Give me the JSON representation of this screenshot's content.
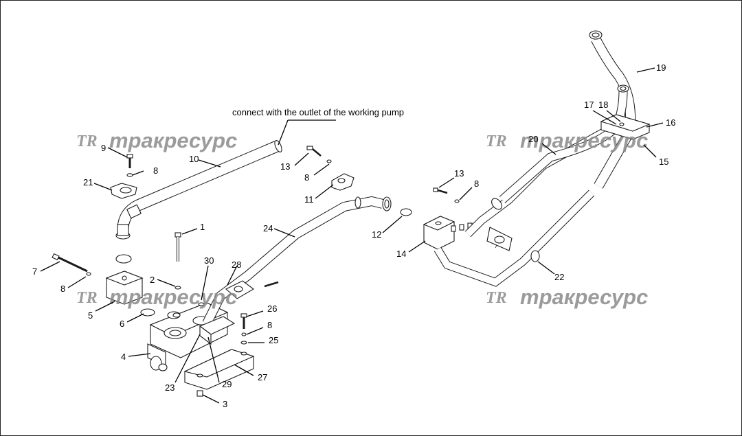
{
  "diagram": {
    "note": "connect with the outlet of the working pump",
    "watermark": {
      "logo": "TR",
      "text": "тракресурс"
    },
    "callouts": [
      "1",
      "2",
      "3",
      "4",
      "5",
      "6",
      "7",
      "8",
      "8",
      "8",
      "8",
      "8",
      "9",
      "10",
      "11",
      "12",
      "13",
      "13",
      "14",
      "15",
      "16",
      "17",
      "18",
      "19",
      "20",
      "21",
      "22",
      "23",
      "24",
      "25",
      "26",
      "27",
      "28",
      "29",
      "30"
    ]
  }
}
